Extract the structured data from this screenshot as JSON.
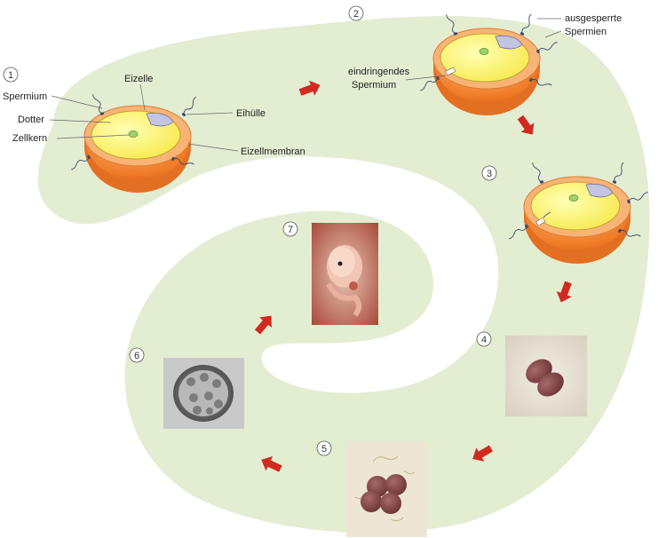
{
  "steps": [
    {
      "number": "1"
    },
    {
      "number": "2"
    },
    {
      "number": "3"
    },
    {
      "number": "4"
    },
    {
      "number": "5"
    },
    {
      "number": "6"
    },
    {
      "number": "7"
    }
  ],
  "labels": {
    "spermium": "Spermium",
    "dotter": "Dotter",
    "zellkern": "Zellkern",
    "eizelle": "Eizelle",
    "eihuelle": "Eihülle",
    "eizellmembran": "Eizellmembran",
    "eindringendes_line1": "eindringendes",
    "eindringendes_line2": "Spermium",
    "ausgesperrte_line1": "ausgesperrte",
    "ausgesperrte_line2": "Spermien"
  },
  "colors": {
    "background_band": "#e3edd2",
    "egg_shell_outer": "#ef8030",
    "egg_rim": "#f6b070",
    "yolk": "#fff46a",
    "nucleus": "#9fd36a",
    "polar_body": "#c3c4e2",
    "arrow": "#d12a20"
  }
}
